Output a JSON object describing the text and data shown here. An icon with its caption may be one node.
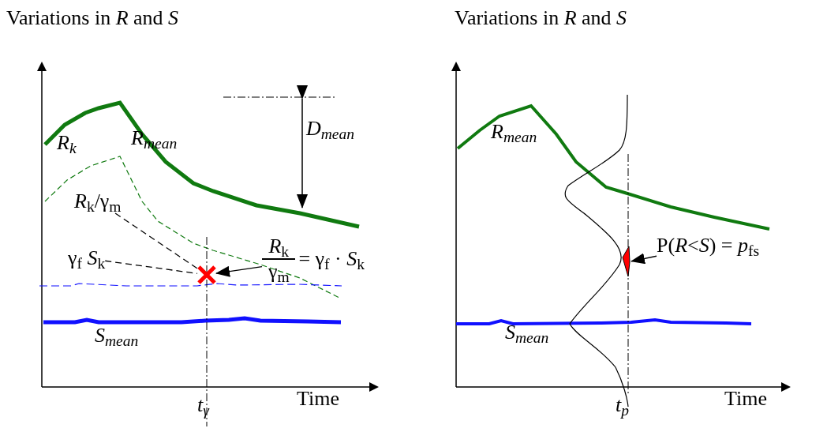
{
  "diagram": {
    "nodes": [
      {
        "text": [
          "*R*$_{k}$",
          "γ$_{m}$",
          "= γ$_{f}$ · *S*$_{k}$"
        ]
      },
      {
        "text": [],
        "shape": "cross"
      },
      {
        "text": [
          "*R*$_{k}$/γ$_{m}$"
        ]
      },
      {
        "text": [
          "γ$_{f}$ *S*$_{k}$"
        ]
      },
      {
        "text": [
          "P(*R*<*S*) = *p*$_{fs}$"
        ]
      },
      {
        "text": [],
        "shape": "area"
      }
    ],
    "edges": [
      {
        "from": 0,
        "to": 1,
        "arrow": "to"
      },
      {
        "from": 2,
        "to": 1,
        "arrow": "none",
        "style": "dashed"
      },
      {
        "from": 3,
        "to": 1,
        "arrow": "none",
        "style": "dashed"
      },
      {
        "from": 4,
        "to": 5,
        "arrow": "to"
      }
    ],
    "labels": [
      "Variations in *R* and *S*",
      "*R*$_{k}$",
      "*R*$_{mean}$",
      "*D*$_{mean}$",
      "*S*$_{mean}$",
      "Time",
      "*t*$_{γ}$",
      "Variations in *R* and *S*",
      "*R*$_{mean}$",
      "*S*$_{mean}$",
      "Time",
      "*t*$_{p}$"
    ]
  }
}
